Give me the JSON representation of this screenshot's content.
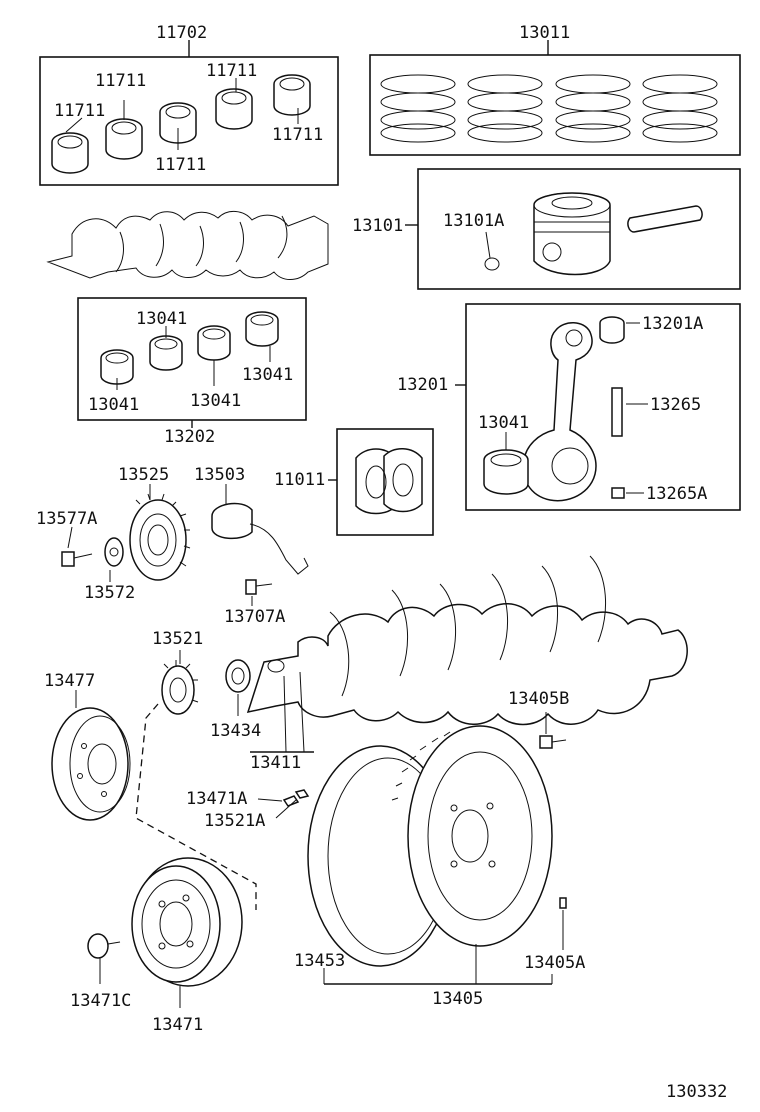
{
  "labels": {
    "l11702": "11702",
    "l11711a": "11711",
    "l11711b": "11711",
    "l11711c": "11711",
    "l11711d": "11711",
    "l11711e": "11711",
    "l13011": "13011",
    "l13101": "13101",
    "l13101A": "13101A",
    "l13041a": "13041",
    "l13041b": "13041",
    "l13041c": "13041",
    "l13041d": "13041",
    "l13202": "13202",
    "l13201A": "13201A",
    "l13201": "13201",
    "l13041e": "13041",
    "l13265": "13265",
    "l13265A": "13265A",
    "l11011": "11011",
    "l13525": "13525",
    "l13503": "13503",
    "l13577A": "13577A",
    "l13572": "13572",
    "l13707A": "13707A",
    "l13521": "13521",
    "l13477": "13477",
    "l13434": "13434",
    "l13411": "13411",
    "l13471A": "13471A",
    "l13521A": "13521A",
    "l13405B": "13405B",
    "l13453": "13453",
    "l13405A": "13405A",
    "l13405": "13405",
    "l13471C": "13471C",
    "l13471": "13471",
    "code": "130332"
  }
}
